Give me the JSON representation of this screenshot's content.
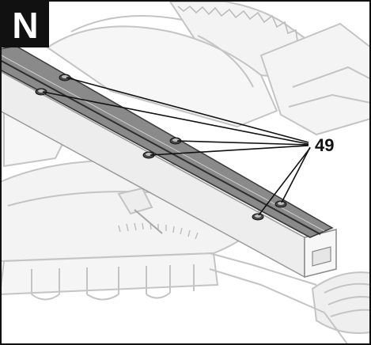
{
  "figure": {
    "badge_letter": "N",
    "callout_label": "49",
    "colors": {
      "badge_bg": "#111111",
      "badge_fg": "#ffffff",
      "rail": "#8a8a8a",
      "rail_dark": "#3a3a3a",
      "machine_lines": "#c8c8c8",
      "leader_lines": "#111111",
      "frame": "#111111"
    },
    "icons": [
      "miter-saw-drawing",
      "screw-icon",
      "blade-icon"
    ]
  }
}
